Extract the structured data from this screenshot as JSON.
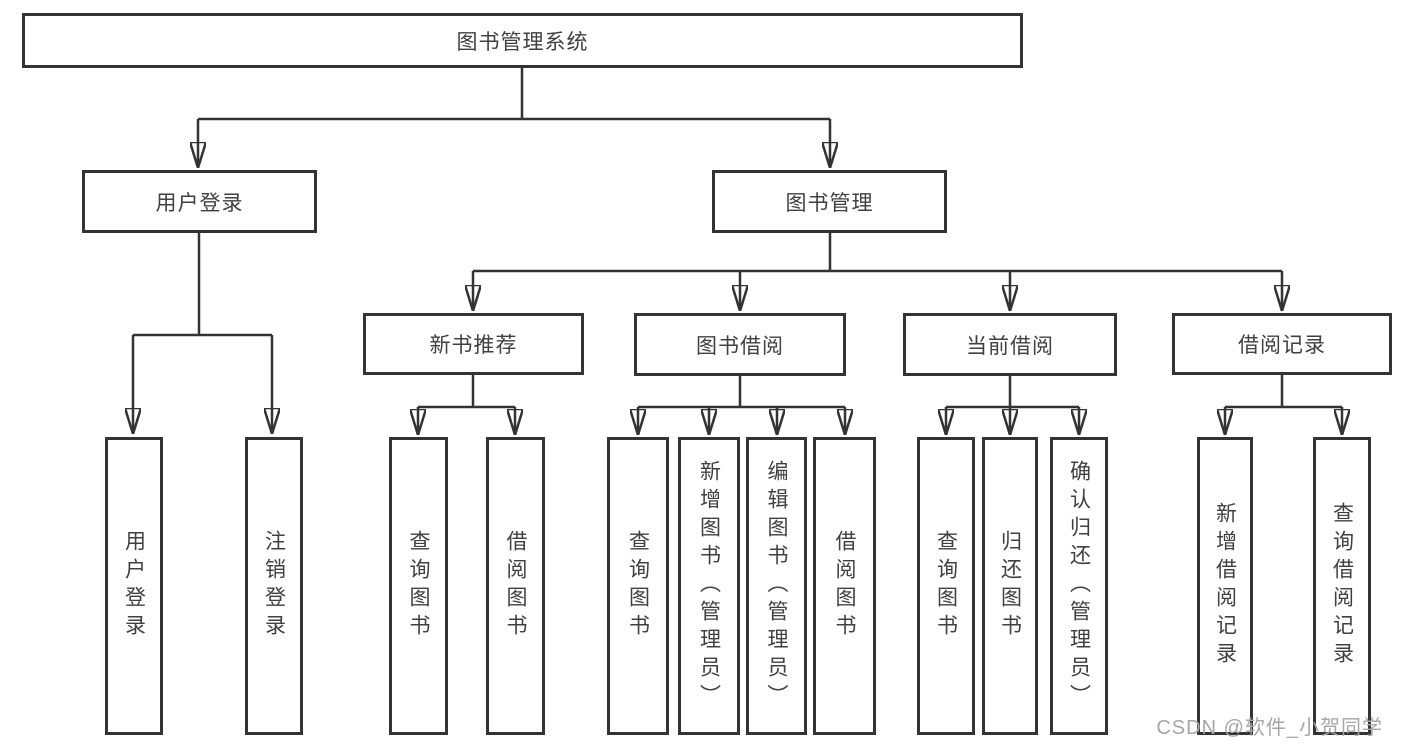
{
  "diagram": {
    "title": "图书管理系统",
    "branches": [
      {
        "label": "用户登录",
        "children": [
          {
            "label": "用户登录"
          },
          {
            "label": "注销登录"
          }
        ]
      },
      {
        "label": "图书管理",
        "children": [
          {
            "label": "新书推荐",
            "children": [
              {
                "label": "查询图书"
              },
              {
                "label": "借阅图书"
              }
            ]
          },
          {
            "label": "图书借阅",
            "children": [
              {
                "label": "查询图书"
              },
              {
                "label": "新增图书（管理员）"
              },
              {
                "label": "编辑图书（管理员）"
              },
              {
                "label": "借阅图书"
              }
            ]
          },
          {
            "label": "当前借阅",
            "children": [
              {
                "label": "查询图书"
              },
              {
                "label": "归还图书"
              },
              {
                "label": "确认归还（管理员）"
              }
            ]
          },
          {
            "label": "借阅记录",
            "children": [
              {
                "label": "新增借阅记录"
              },
              {
                "label": "查询借阅记录"
              }
            ]
          }
        ]
      }
    ]
  },
  "watermark": {
    "text": "CSDN @软件_小贺同学"
  },
  "colors": {
    "line": "#333333",
    "text": "#404040",
    "box_background": "#ffffff",
    "watermark": "#a6a6a6",
    "background": "#ffffff"
  }
}
